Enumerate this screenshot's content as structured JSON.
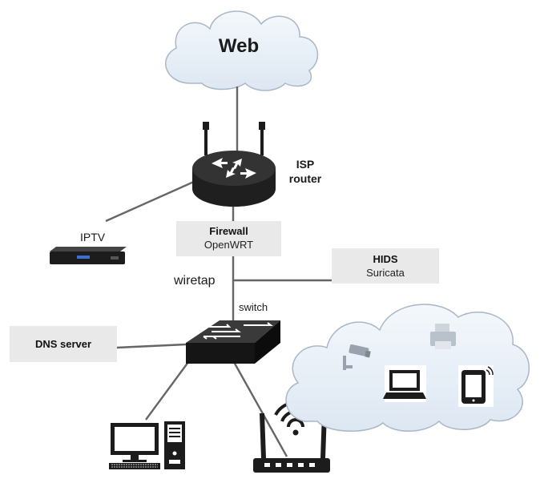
{
  "web_cloud": {
    "label": "Web"
  },
  "isp_router": {
    "label_line1": "ISP",
    "label_line2": "router"
  },
  "iptv": {
    "label": "IPTV"
  },
  "firewall": {
    "title": "Firewall",
    "subtitle": "OpenWRT"
  },
  "hids": {
    "title": "HIDS",
    "subtitle": "Suricata"
  },
  "wiretap": {
    "label": "wiretap"
  },
  "switch": {
    "label": "switch"
  },
  "dns_server": {
    "label": "DNS server"
  },
  "colors": {
    "line": "#666666",
    "box": "#e9e9e9",
    "cloud_fill": "#e8eff8",
    "cloud_stroke": "#a9b7c7",
    "device": "#1c1c1c"
  }
}
